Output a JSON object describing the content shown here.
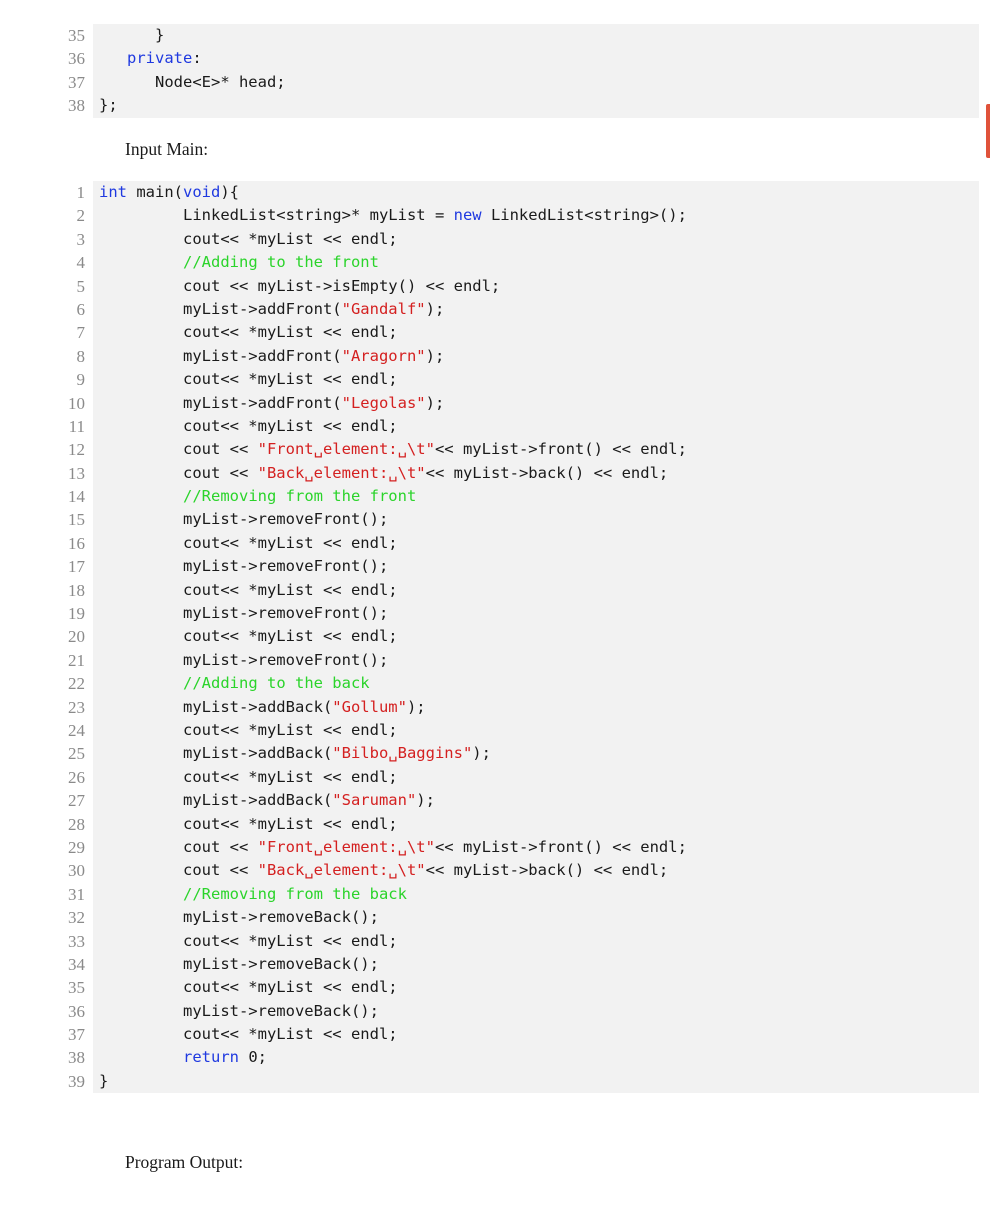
{
  "top_listing": {
    "lines": [
      {
        "n": "35",
        "t": [
          {
            "c": "",
            "s": "      }"
          }
        ]
      },
      {
        "n": "36",
        "t": [
          {
            "c": "",
            "s": "   "
          },
          {
            "c": "kw",
            "s": "private"
          },
          {
            "c": "",
            "s": ":"
          }
        ]
      },
      {
        "n": "37",
        "t": [
          {
            "c": "",
            "s": "      Node<E>* head;"
          }
        ]
      },
      {
        "n": "38",
        "t": [
          {
            "c": "",
            "s": "};"
          }
        ]
      }
    ]
  },
  "input_main_caption": "Input Main:",
  "main_listing": {
    "lines": [
      {
        "n": "1",
        "t": [
          {
            "c": "kw",
            "s": "int"
          },
          {
            "c": "",
            "s": " main("
          },
          {
            "c": "kw",
            "s": "void"
          },
          {
            "c": "",
            "s": "){"
          }
        ]
      },
      {
        "n": "2",
        "t": [
          {
            "c": "",
            "s": "         LinkedList<string>* myList = "
          },
          {
            "c": "kw",
            "s": "new"
          },
          {
            "c": "",
            "s": " LinkedList<string>();"
          }
        ]
      },
      {
        "n": "3",
        "t": [
          {
            "c": "",
            "s": "         cout<< *myList << endl;"
          }
        ]
      },
      {
        "n": "4",
        "t": [
          {
            "c": "",
            "s": "         "
          },
          {
            "c": "cm",
            "s": "//Adding to the front"
          }
        ]
      },
      {
        "n": "5",
        "t": [
          {
            "c": "",
            "s": "         cout << myList->isEmpty() << endl;"
          }
        ]
      },
      {
        "n": "6",
        "t": [
          {
            "c": "",
            "s": "         myList->addFront("
          },
          {
            "c": "str",
            "s": "\"Gandalf\""
          },
          {
            "c": "",
            "s": ");"
          }
        ]
      },
      {
        "n": "7",
        "t": [
          {
            "c": "",
            "s": "         cout<< *myList << endl;"
          }
        ]
      },
      {
        "n": "8",
        "t": [
          {
            "c": "",
            "s": "         myList->addFront("
          },
          {
            "c": "str",
            "s": "\"Aragorn\""
          },
          {
            "c": "",
            "s": ");"
          }
        ]
      },
      {
        "n": "9",
        "t": [
          {
            "c": "",
            "s": "         cout<< *myList << endl;"
          }
        ]
      },
      {
        "n": "10",
        "t": [
          {
            "c": "",
            "s": "         myList->addFront("
          },
          {
            "c": "str",
            "s": "\"Legolas\""
          },
          {
            "c": "",
            "s": ");"
          }
        ]
      },
      {
        "n": "11",
        "t": [
          {
            "c": "",
            "s": "         cout<< *myList << endl;"
          }
        ]
      },
      {
        "n": "12",
        "t": [
          {
            "c": "",
            "s": "         cout << "
          },
          {
            "c": "str",
            "s": "\"Front␣element:␣\\t\""
          },
          {
            "c": "",
            "s": "<< myList->front() << endl;"
          }
        ]
      },
      {
        "n": "13",
        "t": [
          {
            "c": "",
            "s": "         cout << "
          },
          {
            "c": "str",
            "s": "\"Back␣element:␣\\t\""
          },
          {
            "c": "",
            "s": "<< myList->back() << endl;"
          }
        ]
      },
      {
        "n": "14",
        "t": [
          {
            "c": "",
            "s": "         "
          },
          {
            "c": "cm",
            "s": "//Removing from the front"
          }
        ]
      },
      {
        "n": "15",
        "t": [
          {
            "c": "",
            "s": "         myList->removeFront();"
          }
        ]
      },
      {
        "n": "16",
        "t": [
          {
            "c": "",
            "s": "         cout<< *myList << endl;"
          }
        ]
      },
      {
        "n": "17",
        "t": [
          {
            "c": "",
            "s": "         myList->removeFront();"
          }
        ]
      },
      {
        "n": "18",
        "t": [
          {
            "c": "",
            "s": "         cout<< *myList << endl;"
          }
        ]
      },
      {
        "n": "19",
        "t": [
          {
            "c": "",
            "s": "         myList->removeFront();"
          }
        ]
      },
      {
        "n": "20",
        "t": [
          {
            "c": "",
            "s": "         cout<< *myList << endl;"
          }
        ]
      },
      {
        "n": "21",
        "t": [
          {
            "c": "",
            "s": "         myList->removeFront();"
          }
        ]
      },
      {
        "n": "22",
        "t": [
          {
            "c": "",
            "s": "         "
          },
          {
            "c": "cm",
            "s": "//Adding to the back"
          }
        ]
      },
      {
        "n": "23",
        "t": [
          {
            "c": "",
            "s": "         myList->addBack("
          },
          {
            "c": "str",
            "s": "\"Gollum\""
          },
          {
            "c": "",
            "s": ");"
          }
        ]
      },
      {
        "n": "24",
        "t": [
          {
            "c": "",
            "s": "         cout<< *myList << endl;"
          }
        ]
      },
      {
        "n": "25",
        "t": [
          {
            "c": "",
            "s": "         myList->addBack("
          },
          {
            "c": "str",
            "s": "\"Bilbo␣Baggins\""
          },
          {
            "c": "",
            "s": ");"
          }
        ]
      },
      {
        "n": "26",
        "t": [
          {
            "c": "",
            "s": "         cout<< *myList << endl;"
          }
        ]
      },
      {
        "n": "27",
        "t": [
          {
            "c": "",
            "s": "         myList->addBack("
          },
          {
            "c": "str",
            "s": "\"Saruman\""
          },
          {
            "c": "",
            "s": ");"
          }
        ]
      },
      {
        "n": "28",
        "t": [
          {
            "c": "",
            "s": "         cout<< *myList << endl;"
          }
        ]
      },
      {
        "n": "29",
        "t": [
          {
            "c": "",
            "s": "         cout << "
          },
          {
            "c": "str",
            "s": "\"Front␣element:␣\\t\""
          },
          {
            "c": "",
            "s": "<< myList->front() << endl;"
          }
        ]
      },
      {
        "n": "30",
        "t": [
          {
            "c": "",
            "s": "         cout << "
          },
          {
            "c": "str",
            "s": "\"Back␣element:␣\\t\""
          },
          {
            "c": "",
            "s": "<< myList->back() << endl;"
          }
        ]
      },
      {
        "n": "31",
        "t": [
          {
            "c": "",
            "s": "         "
          },
          {
            "c": "cm",
            "s": "//Removing from the back"
          }
        ]
      },
      {
        "n": "32",
        "t": [
          {
            "c": "",
            "s": "         myList->removeBack();"
          }
        ]
      },
      {
        "n": "33",
        "t": [
          {
            "c": "",
            "s": "         cout<< *myList << endl;"
          }
        ]
      },
      {
        "n": "34",
        "t": [
          {
            "c": "",
            "s": "         myList->removeBack();"
          }
        ]
      },
      {
        "n": "35",
        "t": [
          {
            "c": "",
            "s": "         cout<< *myList << endl;"
          }
        ]
      },
      {
        "n": "36",
        "t": [
          {
            "c": "",
            "s": "         myList->removeBack();"
          }
        ]
      },
      {
        "n": "37",
        "t": [
          {
            "c": "",
            "s": "         cout<< *myList << endl;"
          }
        ]
      },
      {
        "n": "38",
        "t": [
          {
            "c": "",
            "s": "         "
          },
          {
            "c": "kw",
            "s": "return"
          },
          {
            "c": "",
            "s": " 0;"
          }
        ]
      },
      {
        "n": "39",
        "t": [
          {
            "c": "",
            "s": "}"
          }
        ]
      }
    ]
  },
  "program_output_caption": "Program Output:",
  "colors": {
    "keyword": "#1f39e0",
    "string": "#d42020",
    "comment": "#2bd42b",
    "code_background": "#f2f2f2",
    "line_number": "#8a8a8a",
    "margin_mark": "#e0523a"
  }
}
